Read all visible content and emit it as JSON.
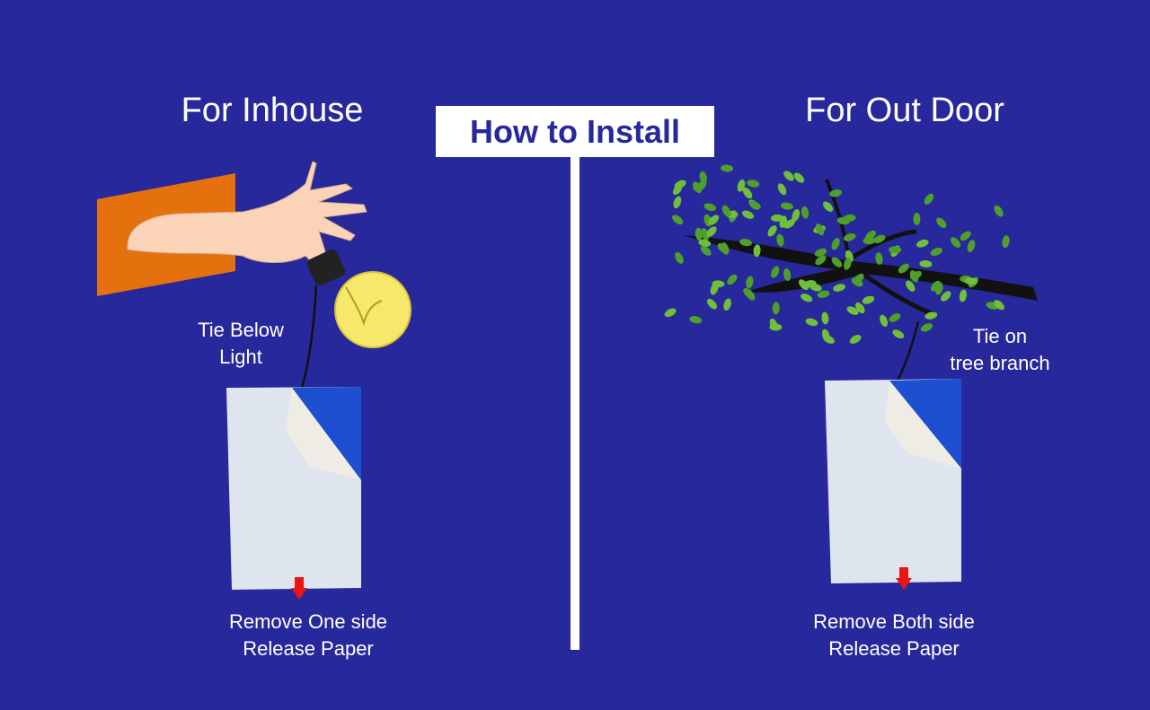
{
  "title": "How to Install",
  "left": {
    "heading": "For Inhouse",
    "tie_label": [
      "Tie Below",
      "Light"
    ],
    "remove_label": [
      "Remove One side",
      "Release Paper"
    ]
  },
  "right": {
    "heading": "For Out Door",
    "tie_label": [
      "Tie on",
      "tree branch"
    ],
    "remove_label": [
      "Remove Both side",
      "Release Paper"
    ]
  },
  "colors": {
    "background": "#27289b",
    "accent": "#ffffff",
    "arrow": "#e81515",
    "wall": "#e5700e",
    "leaf": "#6fbf3a"
  }
}
